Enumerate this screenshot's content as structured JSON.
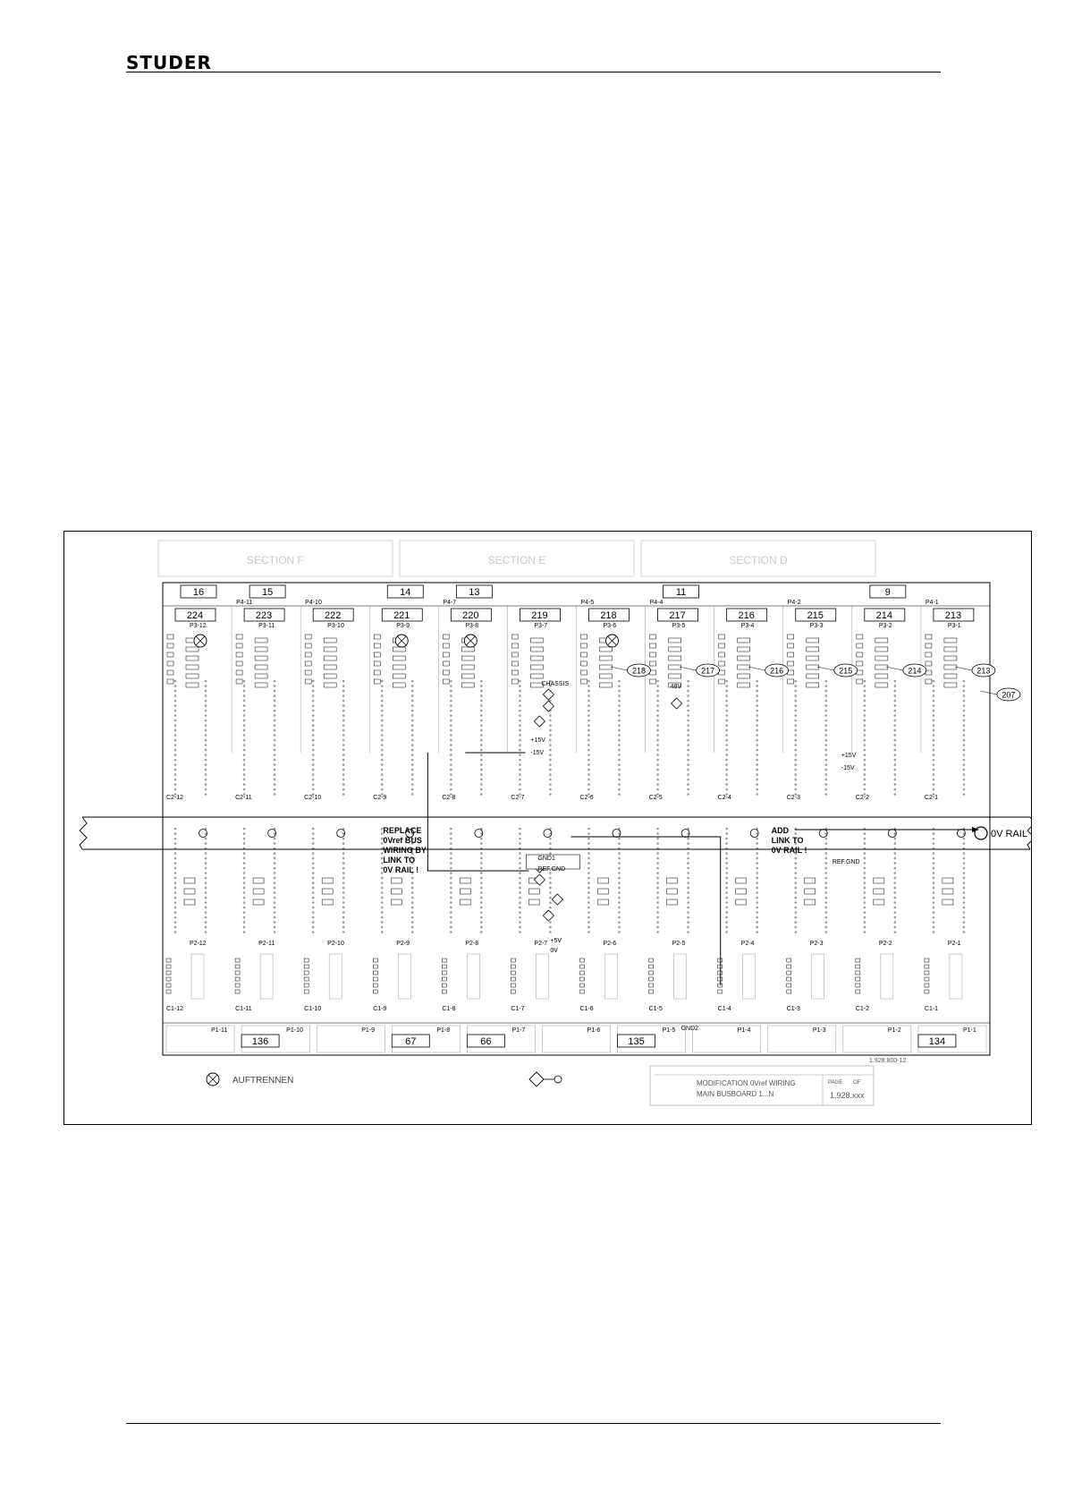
{
  "header": {
    "brand": "STUDER"
  },
  "diagram": {
    "sections": [
      "SECTION F",
      "SECTION E",
      "SECTION D"
    ],
    "top_modules": [
      "16",
      "15",
      "14",
      "13",
      "11",
      "9"
    ],
    "top_connectors": [
      "P4-11",
      "P4-10",
      "P4-7",
      "P4-5",
      "P4-4",
      "P4-2",
      "P4-1"
    ],
    "slot_boxes": [
      "224",
      "223",
      "222",
      "221",
      "220",
      "219",
      "218",
      "217",
      "216",
      "215",
      "214",
      "213"
    ],
    "p3_labels": [
      "P3-12",
      "P3-11",
      "P3-10",
      "P3-9",
      "P3-8",
      "P3-7",
      "P3-6",
      "P3-5",
      "P3-4",
      "P3-3",
      "P3-2",
      "P3-1"
    ],
    "c2_labels": [
      "C2-12",
      "C2-11",
      "C2-10",
      "C2-9",
      "C2-8",
      "C2-7",
      "C2-6",
      "C2-5",
      "C2-4",
      "C2-3",
      "C2-2",
      "C2-1"
    ],
    "p2_labels": [
      "P2-12",
      "P2-11",
      "P2-10",
      "P2-9",
      "P2-8",
      "P2-7",
      "P2-6",
      "P2-5",
      "P2-4",
      "P2-3",
      "P2-2",
      "P2-1"
    ],
    "c1_labels": [
      "C1-12",
      "C1-11",
      "C1-10",
      "C1-9",
      "C1-8",
      "C1-7",
      "C1-6",
      "C1-5",
      "C1-4",
      "C1-3",
      "C1-2",
      "C1-1"
    ],
    "p1_labels": [
      "P1-11",
      "P1-10",
      "P1-9",
      "P1-8",
      "P1-7",
      "P1-6",
      "P1-5",
      "P1-4",
      "P1-3",
      "P1-2",
      "P1-1"
    ],
    "bottom_modules": [
      "136",
      "67",
      "66",
      "135",
      "134"
    ],
    "callouts": [
      "218",
      "217",
      "216",
      "215",
      "214",
      "213",
      "207"
    ],
    "rail_label": "0V RAIL",
    "notes": {
      "replace": [
        "REPLACE",
        "0Vref BUS",
        "WIRING BY",
        "LINK TO",
        "0V RAIL !"
      ],
      "add": [
        "ADD",
        "LINK TO",
        "0V RAIL !"
      ]
    },
    "net_labels": {
      "chassis": "CHASSIS",
      "plus15": "+15V",
      "minus15": "-15V",
      "plus15_b": "+15V",
      "minus15_b": "-15V",
      "gnd1": "GND1",
      "ref_gnd": "REF.GND",
      "ref_gnd_b": "REF.GND",
      "gnd2": "GND2",
      "v48": "48V",
      "plus5": "+5V",
      "zero_v": "0V"
    },
    "legend": {
      "cut": "AUFTRENNEN"
    },
    "title_block": {
      "doc_no": "1.928.800-12",
      "page": "PAGE",
      "of": "OF",
      "number": "1.928.xxx",
      "title": [
        "MODIFICATION 0Vref WIRING",
        "MAIN BUSBOARD 1...N"
      ]
    },
    "colors": {
      "line": "#000000",
      "faint": "#999999",
      "ghost": "#c8c8c8"
    }
  }
}
